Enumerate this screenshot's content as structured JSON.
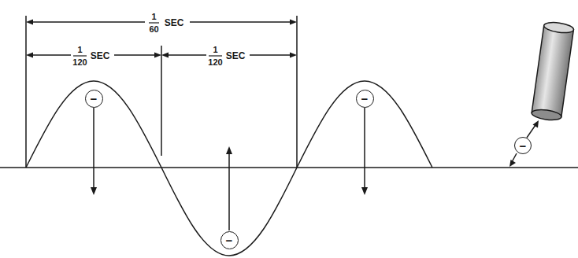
{
  "diagram": {
    "nodes": [
      {
        "text": [
          "−"
        ]
      },
      {
        "text": [
          "−"
        ]
      },
      {
        "text": [
          "−"
        ]
      },
      {
        "text": [
          "−"
        ]
      }
    ],
    "edges": [],
    "labels": [
      "1",
      "60",
      "SEC",
      "1",
      "120",
      "SEC",
      "1",
      "120",
      "SEC"
    ]
  }
}
